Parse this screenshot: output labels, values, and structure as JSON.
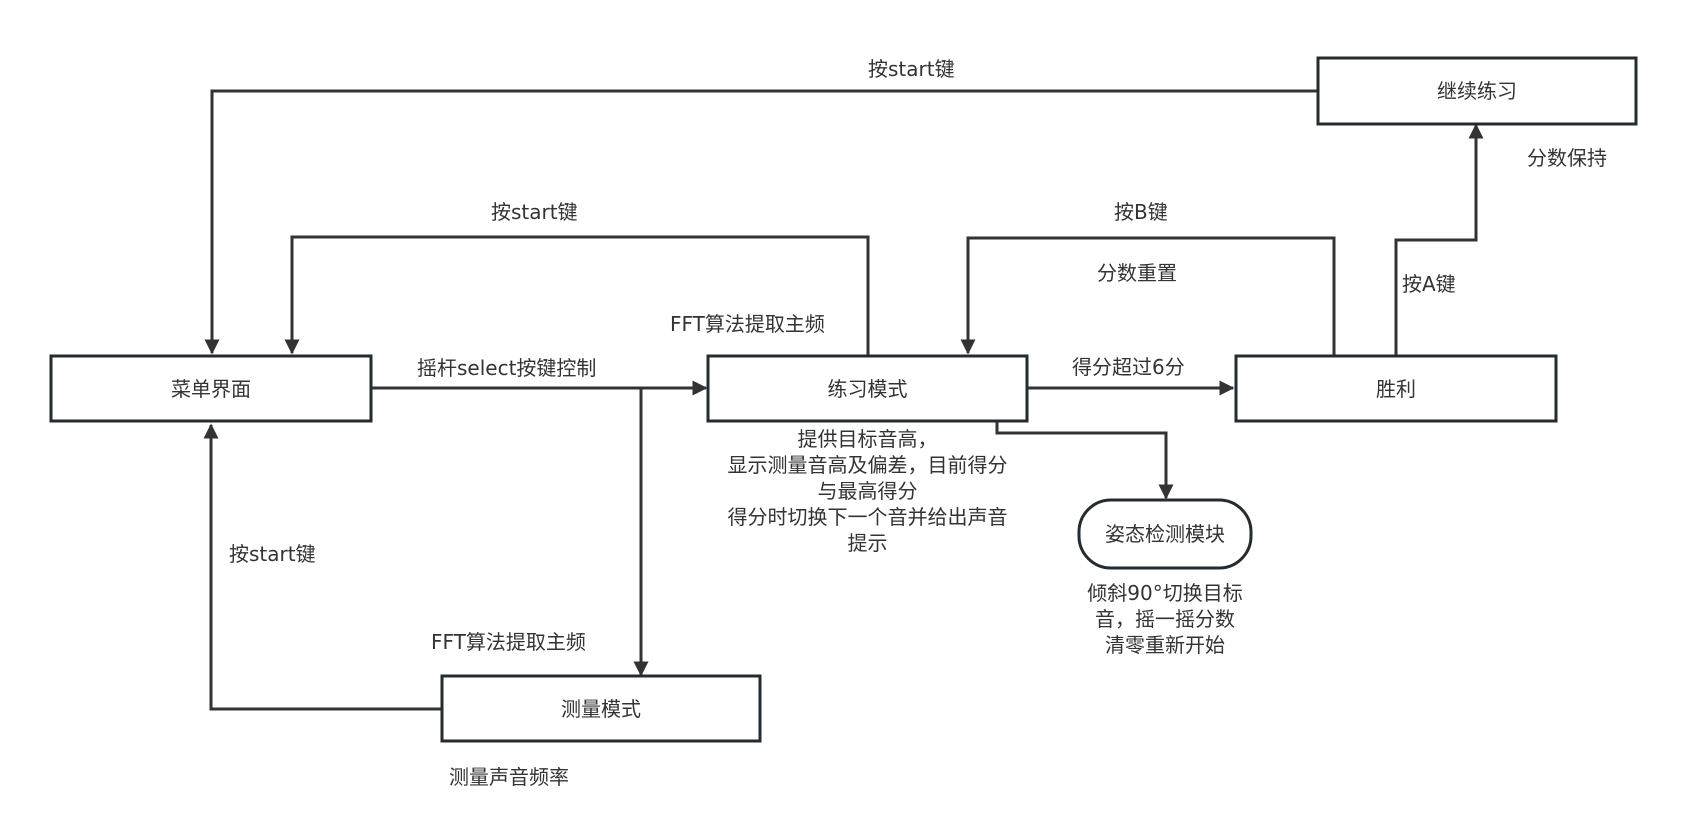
{
  "nodes": {
    "menu": "菜单界面",
    "practice": "练习模式",
    "victory": "胜利",
    "continue": "继续练习",
    "measure": "测量模式",
    "posture": "姿态检测模块"
  },
  "edge_labels": {
    "continue_to_menu": "按start键",
    "practice_to_menu": "按start键",
    "measure_to_menu": "按start键",
    "menu_to_practice": "摇杆select按键控制",
    "practice_fft": "FFT算法提取主频",
    "measure_fft": "FFT算法提取主频",
    "victory_to_practice": "按B键",
    "score_reset": "分数重置",
    "practice_to_victory": "得分超过6分",
    "victory_to_continue": "按A键",
    "score_keep": "分数保持"
  },
  "annotations": {
    "practice_desc": [
      "提供目标音高，",
      "显示测量音高及偏差，目前得分",
      "与最高得分",
      "得分时切换下一个音并给出声音",
      "提示"
    ],
    "posture_desc": [
      "倾斜90°切换目标",
      "音，摇一摇分数",
      "清零重新开始"
    ],
    "measure_desc": "测量声音频率"
  }
}
